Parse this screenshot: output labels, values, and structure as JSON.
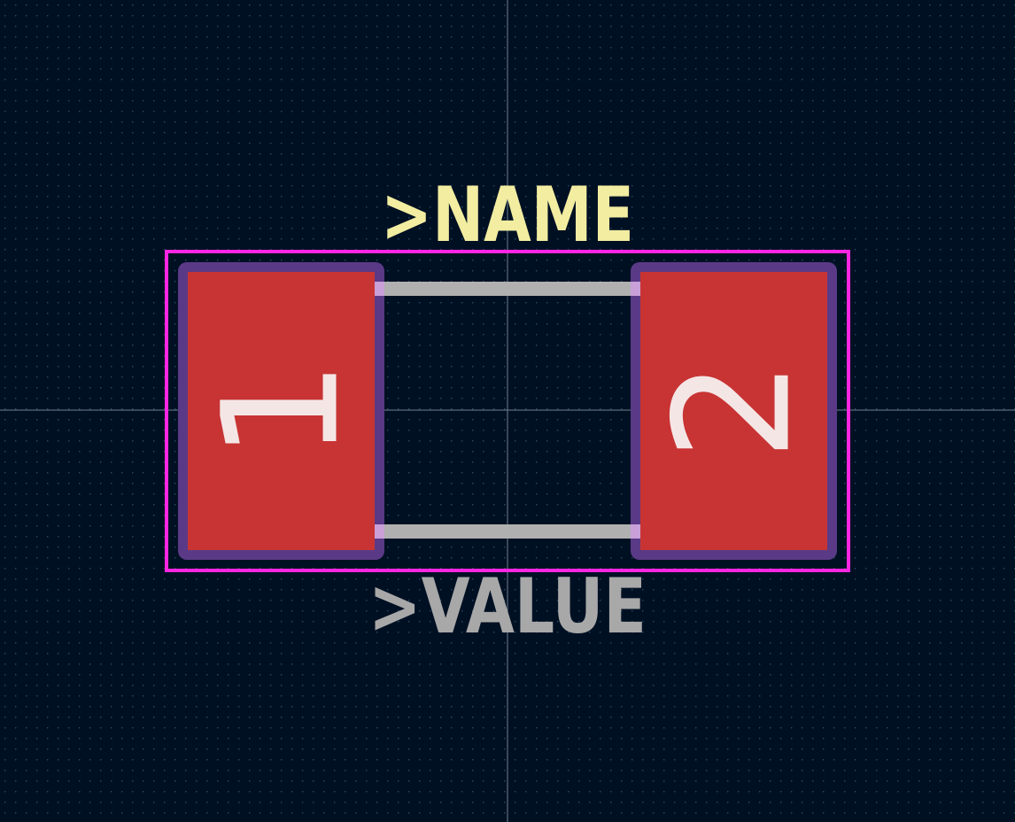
{
  "footprint": {
    "name_label": ">NAME",
    "value_label": ">VALUE",
    "pads": [
      {
        "number": "1"
      },
      {
        "number": "2"
      }
    ]
  },
  "colors": {
    "background": "#001023",
    "grid_dot": "#2a4a66",
    "axis": "#6f7f8f",
    "courtyard": "#ff26e2",
    "pad_copper": "#c83434",
    "pad_mask": "#5a3a86",
    "pad_number": "#f5e6e6",
    "fab_outline": "#b0b0b0",
    "fab_pad_overlap": "#c9a0d8",
    "name_text": "#f2eda1",
    "value_text": "#a8a8a8"
  }
}
